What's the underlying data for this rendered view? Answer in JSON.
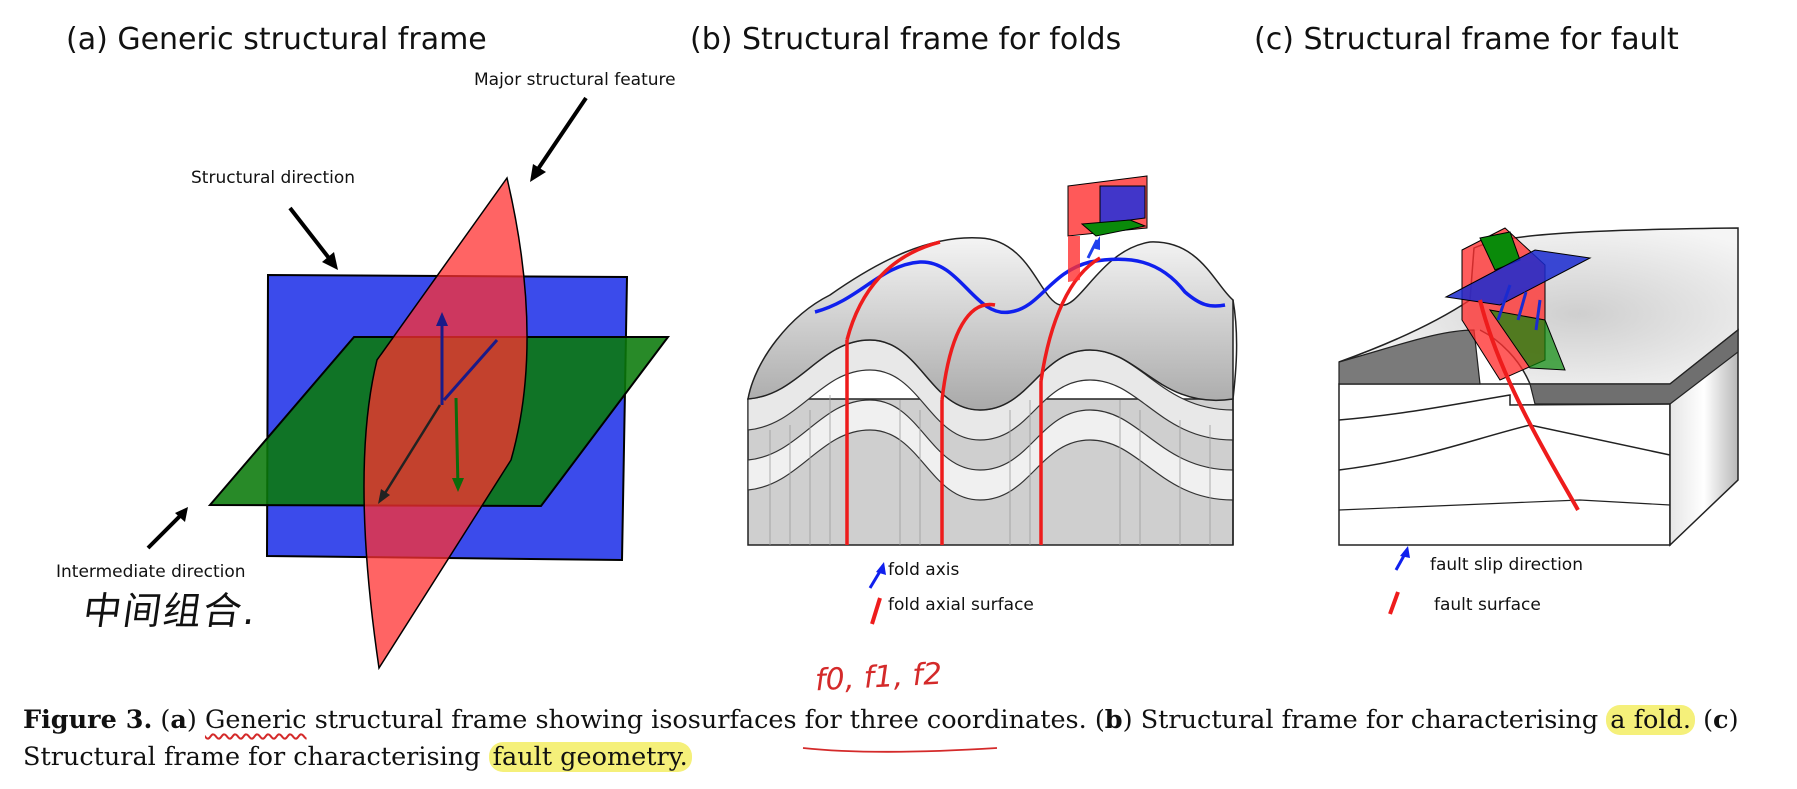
{
  "panels": {
    "a": {
      "title": "(a) Generic structural frame",
      "major_feature": "Major structural feature",
      "structural_direction": "Structural direction",
      "intermediate_direction": "Intermediate direction",
      "handwritten_note": "中间组合."
    },
    "b": {
      "title": "(b) Structural frame for folds",
      "legend_axis": "fold axis",
      "legend_surface": "fold axial surface"
    },
    "c": {
      "title": "(c) Structural frame for fault",
      "legend_slip": "fault slip direction",
      "legend_surface": "fault surface"
    }
  },
  "annotation": {
    "handwritten": "f0, f1, f2"
  },
  "caption": {
    "label": "Figure 3.",
    "a_tag": "a",
    "a_part1": "Generic",
    "a_part2": "structural frame",
    "a_part3": "showing isosurfaces for",
    "a_part4": "three coordinates.",
    "b_tag": "b",
    "b_text": "Structural frame for characterising",
    "b_highlight": "a fold.",
    "c_tag": "c",
    "c_text1": "Structural",
    "c_text2": "frame for characterising",
    "c_highlight": "fault geometry."
  },
  "colors": {
    "blue": "#0a1ee6",
    "green": "#0a7a0a",
    "red": "#ff3030",
    "annotation_red": "#d42a2a",
    "highlight": "#f5f07a"
  }
}
